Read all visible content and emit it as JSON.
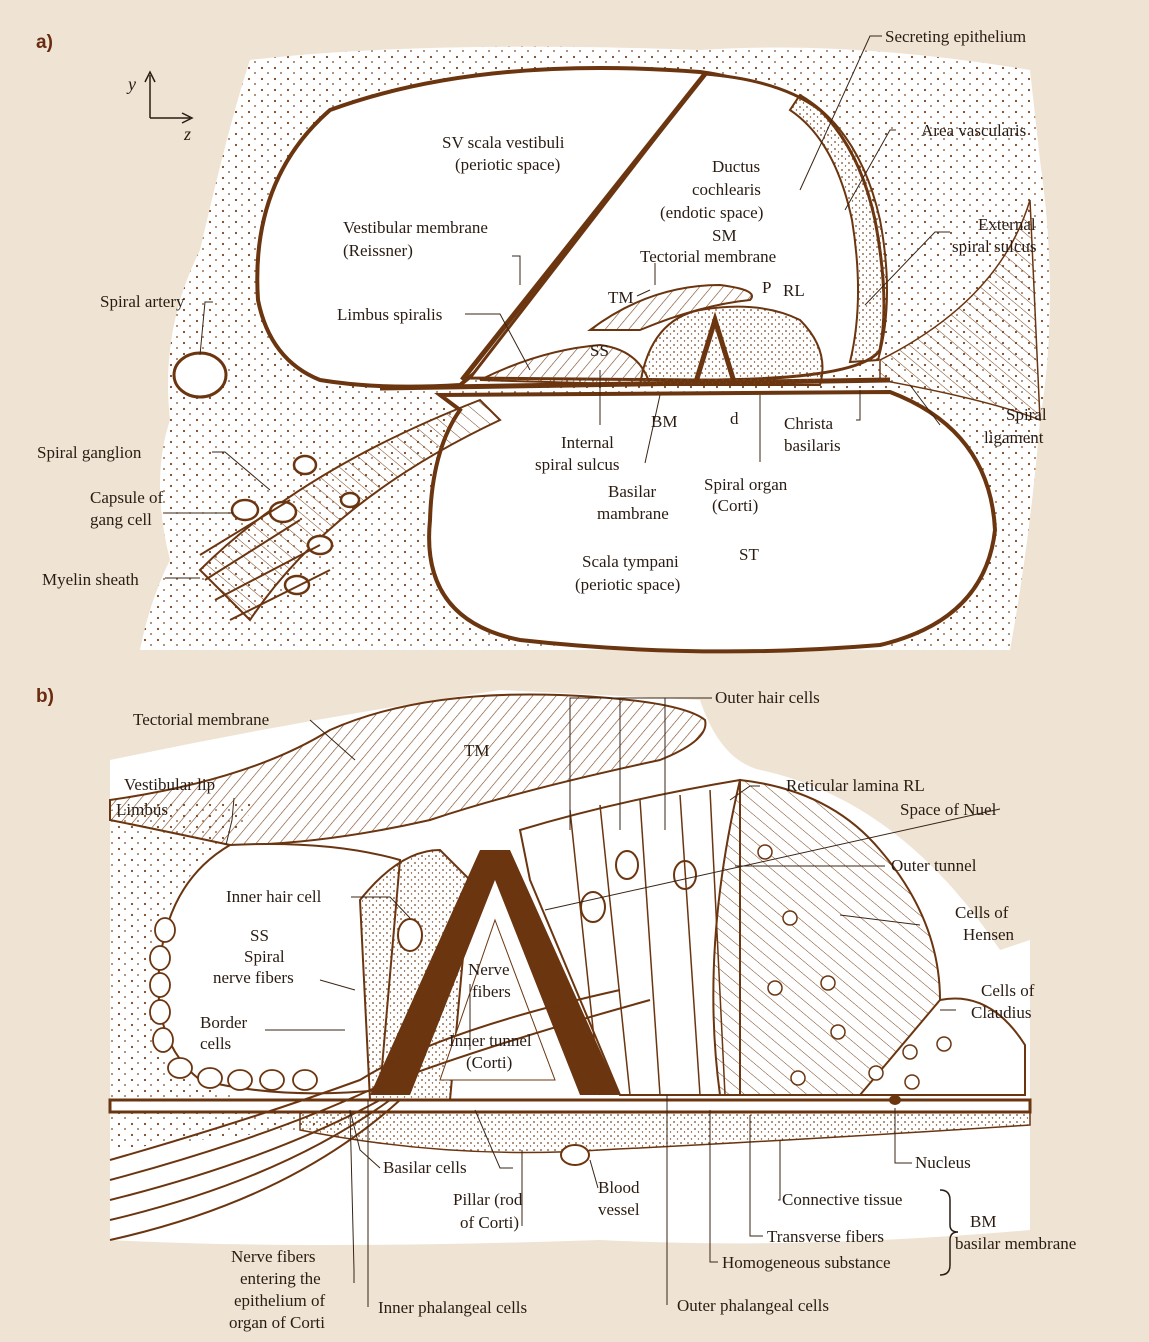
{
  "colors": {
    "background": "#efe3d4",
    "panel": "#ffffff",
    "ink": "#6b3510",
    "text": "#2a1c12",
    "tag": "#6a2c10"
  },
  "panel_a": {
    "tag": "a)",
    "axis": {
      "y": "y",
      "z": "z"
    },
    "labels": {
      "secreting_epithelium": "Secreting epithelium",
      "area_vascularis": "Area vascularis",
      "sv_1": "SV scala vestibuli",
      "sv_2": "(periotic space)",
      "ductus_1": "Ductus",
      "ductus_2": "cochlearis",
      "ductus_3": "(endotic space)",
      "sm": "SM",
      "tectorial_membrane": "Tectorial membrane",
      "vestibular_1": "Vestibular membrane",
      "vestibular_2": "(Reissner)",
      "external_1": "External",
      "external_2": "spiral sulcus",
      "spiral_artery": "Spiral artery",
      "limbus_spiralis": "Limbus spiralis",
      "tm": "TM",
      "p": "P",
      "rl": "RL",
      "ss": "SS",
      "bm": "BM",
      "d": "d",
      "christa_1": "Christa",
      "christa_2": "basilaris",
      "spiral_ligament_1": "Spiral",
      "spiral_ligament_2": "ligament",
      "internal_1": "Internal",
      "internal_2": "spiral sulcus",
      "spiral_ganglion": "Spiral ganglion",
      "basilar_1": "Basilar",
      "basilar_2": "mambrane",
      "organ_1": "Spiral organ",
      "organ_2": "(Corti)",
      "capsule_1": "Capsule of",
      "capsule_2": "gang cell",
      "st": "ST",
      "scala_tympani_1": "Scala tympani",
      "scala_tympani_2": "(periotic space)",
      "myelin_sheath": "Myelin sheath"
    }
  },
  "panel_b": {
    "tag": "b)",
    "labels": {
      "outer_hair_cells": "Outer hair cells",
      "tectorial_membrane": "Tectorial membrane",
      "tm": "TM",
      "reticular_lamina": "Reticular lamina RL",
      "vestibular_lip": "Vestibular lip",
      "limbus": "Limbus",
      "space_of_nuel": "Space of Nuel",
      "outer_tunnel": "Outer tunnel",
      "inner_hair_cell": "Inner hair cell",
      "hensen_1": "Cells of",
      "hensen_2": "Hensen",
      "ss_1": "SS",
      "ss_2": "Spiral",
      "ss_3": "nerve fibers",
      "nerve_fibers_1": "Nerve",
      "nerve_fibers_2": "fibers",
      "claudius_1": "Cells of",
      "claudius_2": "Claudius",
      "border_1": "Border",
      "border_2": "cells",
      "inner_tunnel_1": "Inner tunnel",
      "inner_tunnel_2": "(Corti)",
      "nucleus": "Nucleus",
      "basilar_cells": "Basilar cells",
      "connective_tissue": "Connective tissue",
      "pillar_1": "Pillar (rod",
      "pillar_2": "of Corti)",
      "blood_1": "Blood",
      "blood_2": "vessel",
      "transverse_fibers": "Transverse fibers",
      "bm_1": "BM",
      "bm_2": "basilar membrane",
      "homogeneous_substance": "Homogeneous substance",
      "entering_1": "Nerve fibers",
      "entering_2": "entering the",
      "entering_3": "epithelium of",
      "entering_4": "organ of Corti",
      "inner_phalangeal": "Inner phalangeal cells",
      "outer_phalangeal": "Outer phalangeal cells"
    }
  }
}
